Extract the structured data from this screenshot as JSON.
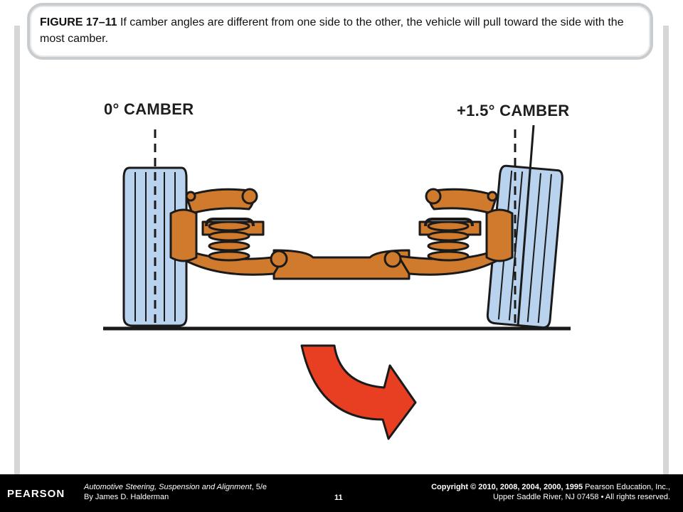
{
  "caption": {
    "figure_label": "FIGURE 17–11",
    "text": " If camber angles are different from one side to the other, the vehicle will pull toward the side with the most camber."
  },
  "diagram": {
    "left_label": "0° CAMBER",
    "right_label": "+1.5° CAMBER",
    "colors": {
      "tire": "#b9d3ee",
      "suspension": "#cf7a2c",
      "arrow": "#e83e22",
      "outline": "#1a1a1a"
    }
  },
  "footer": {
    "logo": "PEARSON",
    "book_title": "Automotive Steering, Suspension and Alignment",
    "edition": ", 5/e",
    "author": "By James D. Halderman",
    "page_number": "11",
    "copyright_prefix": "Copyright © 2010, 2008, 2004, 2000, 1995",
    "copyright_holder": " Pearson Education, Inc.,",
    "address": "Upper Saddle River, NJ 07458 • All rights reserved."
  }
}
